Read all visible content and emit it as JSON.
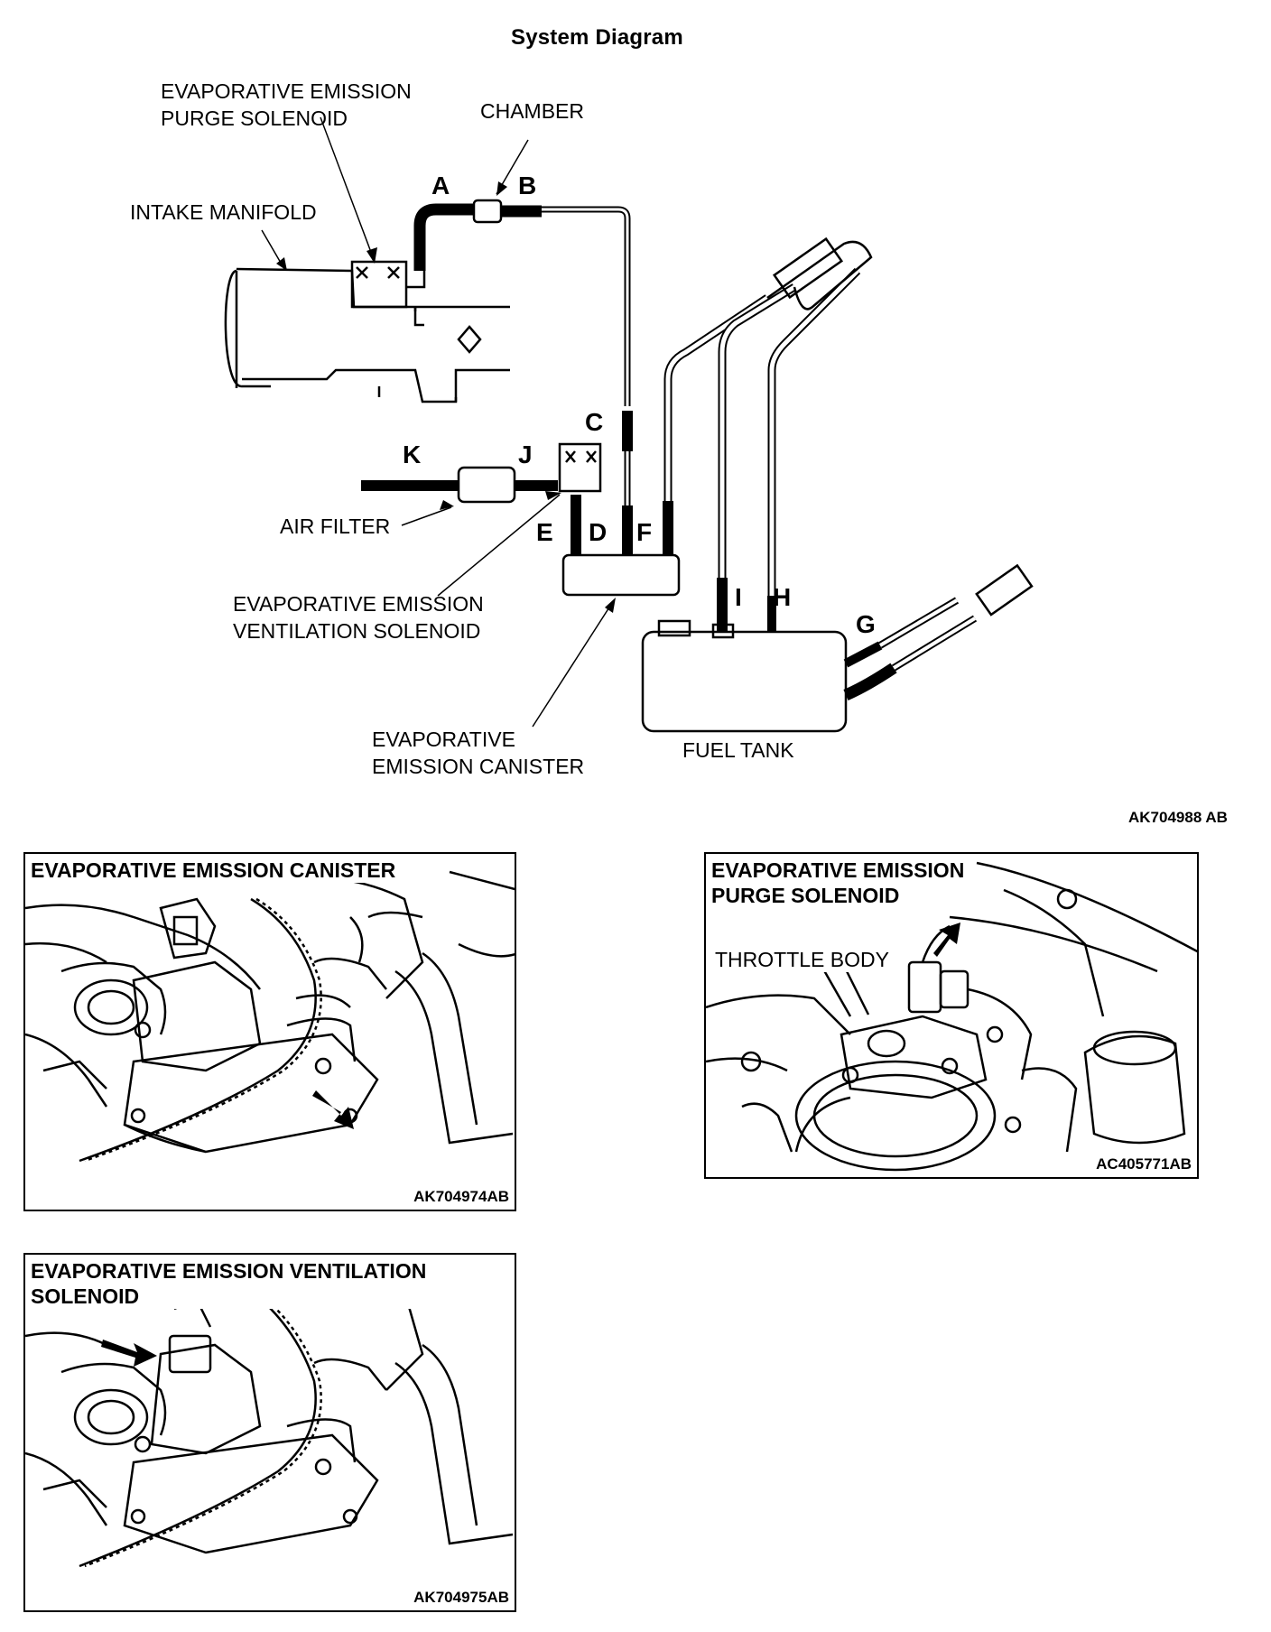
{
  "diagram": {
    "title": "System Diagram",
    "labels": {
      "purge_solenoid": [
        "EVAPORATIVE EMISSION",
        "PURGE SOLENOID"
      ],
      "chamber": "CHAMBER",
      "intake_manifold": "INTAKE MANIFOLD",
      "air_filter": "AIR FILTER",
      "ventilation_solenoid": [
        "EVAPORATIVE EMISSION",
        "VENTILATION SOLENOID"
      ],
      "canister": [
        "EVAPORATIVE",
        "EMISSION CANISTER"
      ],
      "fuel_tank": "FUEL TANK"
    },
    "hose_letters": {
      "A": "A",
      "B": "B",
      "C": "C",
      "D": "D",
      "E": "E",
      "F": "F",
      "G": "G",
      "H": "H",
      "I": "I",
      "J": "J",
      "K": "K"
    },
    "ref": "AK704988 AB"
  },
  "panels": {
    "canister": {
      "title": "EVAPORATIVE EMISSION CANISTER",
      "ref": "AK704974AB"
    },
    "purge": {
      "title_lines": [
        "EVAPORATIVE EMISSION",
        "PURGE SOLENOID"
      ],
      "inner_label": "THROTTLE BODY",
      "ref": "AC405771AB"
    },
    "ventilation": {
      "title_lines": [
        "EVAPORATIVE EMISSION VENTILATION",
        "SOLENOID"
      ],
      "ref": "AK704975AB"
    }
  }
}
